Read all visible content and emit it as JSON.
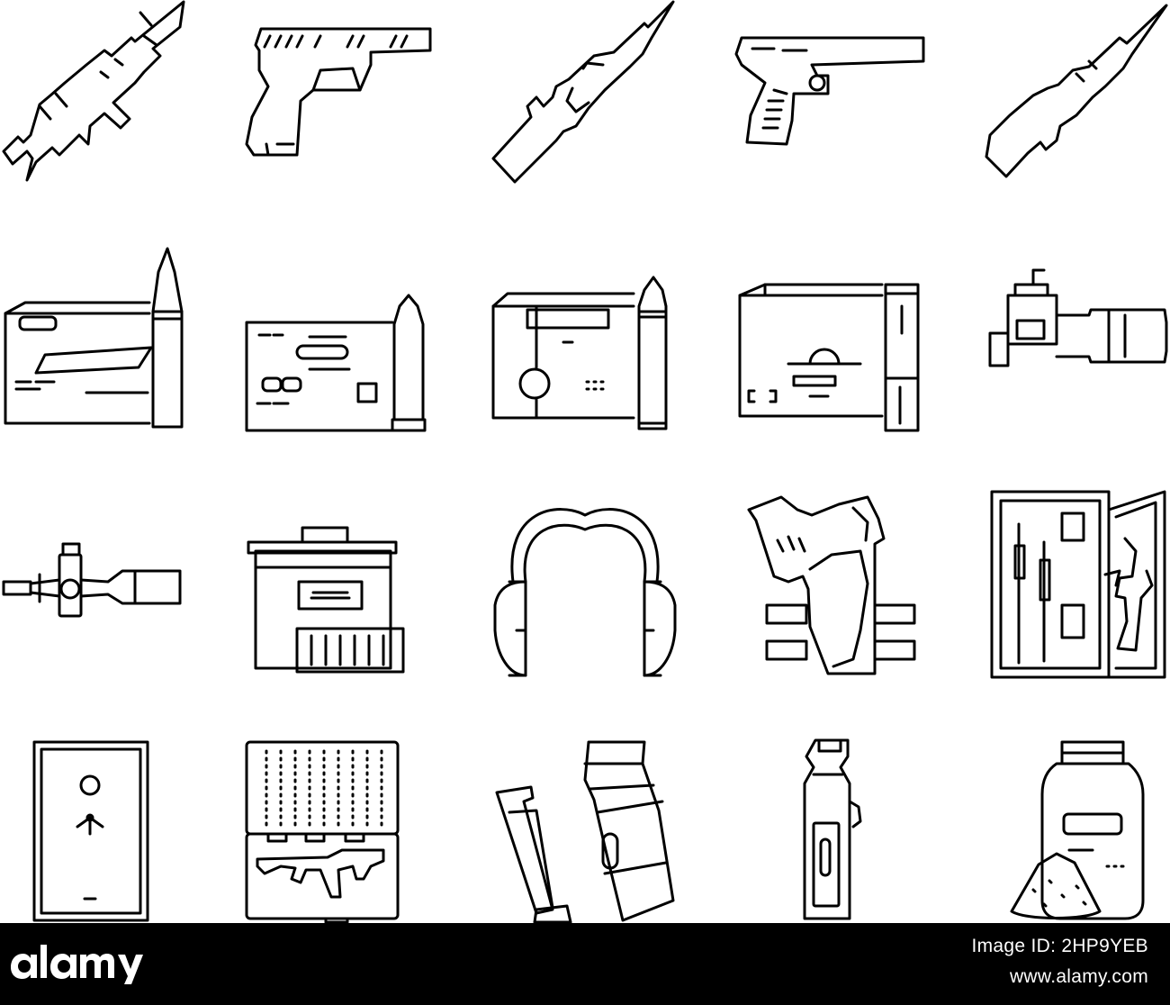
{
  "icons": [
    {
      "name": "assault-rifle-icon"
    },
    {
      "name": "pistol-icon"
    },
    {
      "name": "sniper-rifle-icon"
    },
    {
      "name": "sport-pistol-icon"
    },
    {
      "name": "shotgun-icon"
    },
    {
      "name": "rifle-ammo-box-icon"
    },
    {
      "name": "pistol-ammo-box-icon"
    },
    {
      "name": "rimfire-ammo-box-icon"
    },
    {
      "name": "shotgun-shell-box-icon"
    },
    {
      "name": "night-vision-scope-icon"
    },
    {
      "name": "rifle-scope-icon"
    },
    {
      "name": "ammo-crate-icon"
    },
    {
      "name": "ear-protection-icon"
    },
    {
      "name": "gun-holster-icon"
    },
    {
      "name": "gun-cabinet-icon"
    },
    {
      "name": "safe-icon"
    },
    {
      "name": "gun-case-icon"
    },
    {
      "name": "magazines-icon"
    },
    {
      "name": "pepper-spray-icon"
    },
    {
      "name": "gunpowder-icon"
    }
  ],
  "footer": {
    "logo_text": "alamy",
    "image_id_label": "Image ID: 2HP9YEB",
    "site": "www.alamy.com"
  },
  "colors": {
    "background": "#ffffff",
    "line": "#000000",
    "footer": "#000000",
    "footer_text": "#ffffff"
  }
}
